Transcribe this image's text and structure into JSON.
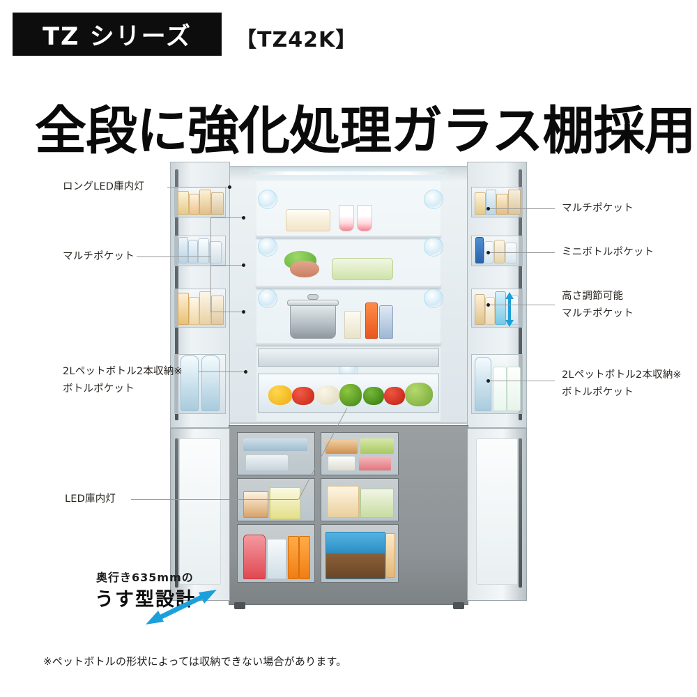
{
  "header": {
    "series_badge": "TZ シリーズ",
    "model_code": "【TZ42K】",
    "headline": "全段に強化処理ガラス棚採用"
  },
  "callouts": {
    "left": [
      {
        "id": "long-led-light",
        "text": "ロングLED庫内灯"
      },
      {
        "id": "multi-pocket",
        "text": "マルチポケット"
      },
      {
        "id": "bottle-pocket-line1",
        "text": "2Lペットボトル2本収納※"
      },
      {
        "id": "bottle-pocket-line2",
        "text": "ボトルポケット"
      },
      {
        "id": "led-light",
        "text": "LED庫内灯"
      }
    ],
    "right": [
      {
        "id": "multi-pocket",
        "text": "マルチポケット"
      },
      {
        "id": "mini-bottle-pocket",
        "text": "ミニボトルポケット"
      },
      {
        "id": "height-adjustable-line1",
        "text": "高さ調節可能"
      },
      {
        "id": "height-adjustable-line2",
        "text": "マルチポケット"
      },
      {
        "id": "bottle-pocket-line1",
        "text": "2Lペットボトル2本収納※"
      },
      {
        "id": "bottle-pocket-line2",
        "text": "ボトルポケット"
      }
    ]
  },
  "thin_design": {
    "depth_text": "奥行き635mmの",
    "main_text": "うす型設計"
  },
  "footnote": "※ペットボトルの形状によっては収納できない場合があります。",
  "colors": {
    "badge_background": "#0d0d0d",
    "badge_text": "#ffffff",
    "headline": "#0a0a0a",
    "body_text": "#2a2622",
    "leader_line": "#9a9a9a",
    "accent_blue": "#1ca0dc",
    "page_background": "#ffffff"
  }
}
